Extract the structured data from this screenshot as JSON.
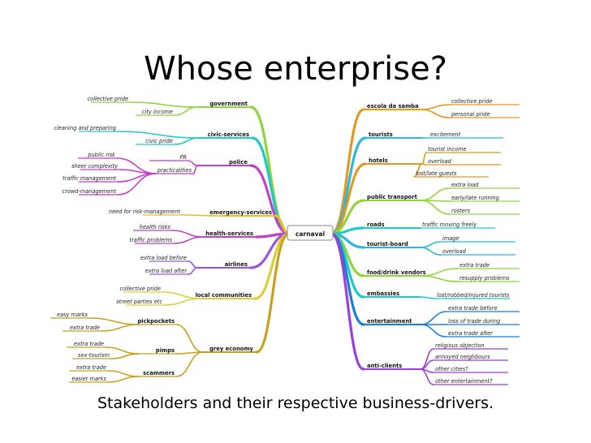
{
  "slide": {
    "title": "Whose enterprise?",
    "subtitle": "Stakeholders and their respective business-drivers."
  },
  "mindmap": {
    "center": "carnaval",
    "left": [
      {
        "label": "government",
        "color": "#8fd43a",
        "children": [
          "collective pride",
          "city income"
        ]
      },
      {
        "label": "civic-services",
        "color": "#1ec9c9",
        "children": [
          "cleaning and preparing",
          "civic pride"
        ]
      },
      {
        "label": "police",
        "color": "#c43fc4",
        "children": [
          "PR",
          "practicalities",
          "public risk",
          "sheer complexity",
          "traffic management",
          "crowd-management"
        ]
      },
      {
        "label": "emergency-services",
        "color": "#e0c020",
        "children": [
          "need for risk-management"
        ]
      },
      {
        "label": "health-services",
        "color": "#c43fc4",
        "children": [
          "health risks",
          "traffic problems"
        ]
      },
      {
        "label": "airlines",
        "color": "#9a55d8",
        "children": [
          "extra load before",
          "extra load after"
        ]
      },
      {
        "label": "local communities",
        "color": "#dccd3a",
        "children": [
          "collective pride",
          "street parties etc"
        ]
      },
      {
        "label": "grey economy",
        "color": "#c8a020",
        "children": [
          "pickpockets",
          "pimps",
          "scammers",
          "easy marks",
          "extra trade",
          "extra trade",
          "sex-tourism",
          "extra trade",
          "easier marks"
        ]
      }
    ],
    "right": [
      {
        "label": "escola da samba",
        "color": "#e09a20",
        "children": [
          "collective pride",
          "personal pride"
        ]
      },
      {
        "label": "tourists",
        "color": "#2ab6e6",
        "children": [
          "excitement"
        ]
      },
      {
        "label": "hotels",
        "color": "#e09a20",
        "children": [
          "tourist income",
          "overload",
          "lost/late guests"
        ]
      },
      {
        "label": "public transport",
        "color": "#8fd43a",
        "children": [
          "extra load",
          "early/late running",
          "rosters"
        ]
      },
      {
        "label": "roads",
        "color": "#1ec9c9",
        "children": [
          "traffic moving freely"
        ]
      },
      {
        "label": "tourist-board",
        "color": "#2ab6e6",
        "children": [
          "image",
          "overload"
        ]
      },
      {
        "label": "food/drink vendors",
        "color": "#8fd43a",
        "children": [
          "extra trade",
          "resupply problems"
        ]
      },
      {
        "label": "embassies",
        "color": "#1ec9c9",
        "children": [
          "lost/robbed/injured tourists"
        ]
      },
      {
        "label": "entertainment",
        "color": "#1a7fd0",
        "children": [
          "extra trade before",
          "loss of trade during",
          "extra trade after"
        ]
      },
      {
        "label": "anti-clients",
        "color": "#9a3fd8",
        "children": [
          "religious objection",
          "annoyed neighbours",
          "other cities?",
          "other entertainment?"
        ]
      }
    ]
  }
}
